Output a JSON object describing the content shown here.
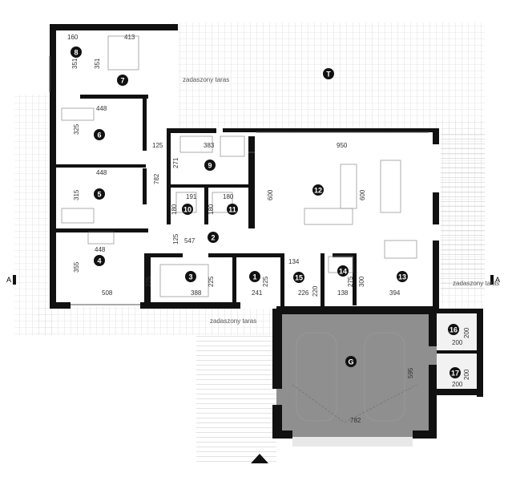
{
  "rooms": [
    {
      "id": "1",
      "num": "1"
    },
    {
      "id": "2",
      "num": "2"
    },
    {
      "id": "3",
      "num": "3"
    },
    {
      "id": "4",
      "num": "4"
    },
    {
      "id": "5",
      "num": "5"
    },
    {
      "id": "6",
      "num": "6"
    },
    {
      "id": "7",
      "num": "7"
    },
    {
      "id": "8",
      "num": "8"
    },
    {
      "id": "9",
      "num": "9"
    },
    {
      "id": "10",
      "num": "10"
    },
    {
      "id": "11",
      "num": "11"
    },
    {
      "id": "12",
      "num": "12"
    },
    {
      "id": "13",
      "num": "13"
    },
    {
      "id": "14",
      "num": "14"
    },
    {
      "id": "15",
      "num": "15"
    },
    {
      "id": "16",
      "num": "16"
    },
    {
      "id": "17",
      "num": "17"
    },
    {
      "id": "T",
      "num": "T"
    },
    {
      "id": "G",
      "num": "G"
    }
  ],
  "labels": {
    "terrace_top": "zadaszony taras",
    "terrace_bottom": "zadaszony taras",
    "terrace_right": "zadaszony taras",
    "section_left": "A",
    "section_right": "A"
  },
  "dims": [
    "160",
    "413",
    "351",
    "351",
    "448",
    "325",
    "125",
    "383",
    "271",
    "782",
    "448",
    "315",
    "191",
    "180",
    "180",
    "180",
    "125",
    "547",
    "448",
    "355",
    "225",
    "225",
    "388",
    "241",
    "225",
    "134",
    "226",
    "220",
    "138",
    "275",
    "300",
    "394",
    "508",
    "950",
    "600",
    "600",
    "595",
    "782",
    "200",
    "200",
    "200",
    "200"
  ]
}
